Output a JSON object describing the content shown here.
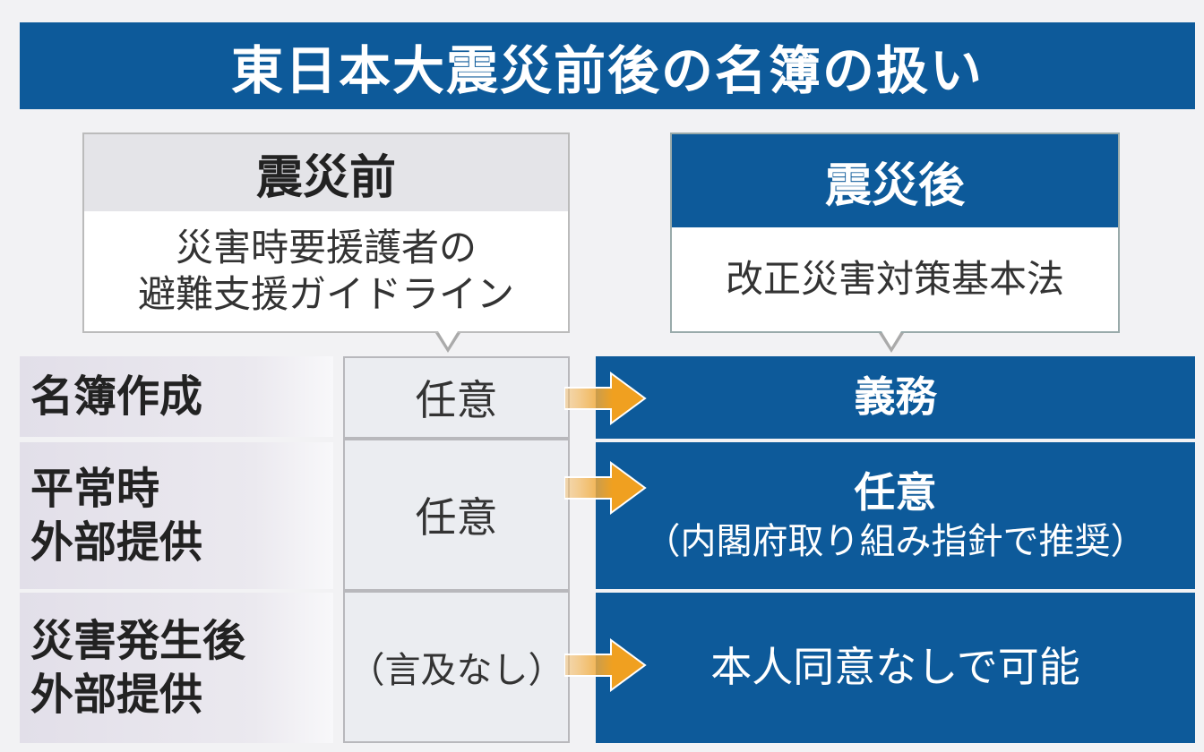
{
  "title": "東日本大震災前後の名簿の扱い",
  "before": {
    "heading": "震災前",
    "source_line1": "災害時要援護者の",
    "source_line2": "避難支援ガイドライン"
  },
  "after": {
    "heading": "震災後",
    "source": "改正災害対策基本法"
  },
  "rows": [
    {
      "label_line1": "名簿作成",
      "label_line2": "",
      "before": "任意",
      "after": "義務",
      "after_note": ""
    },
    {
      "label_line1": "平常時",
      "label_line2": "外部提供",
      "before": "任意",
      "after": "任意",
      "after_note": "（内閣府取り組み指針で推奨）"
    },
    {
      "label_line1": "災害発生後",
      "label_line2": "外部提供",
      "before": "（言及なし）",
      "after": "本人同意なしで可能",
      "after_note": ""
    }
  ],
  "colors": {
    "blue": "#0d5a9a",
    "arrow": "#f0a020"
  }
}
